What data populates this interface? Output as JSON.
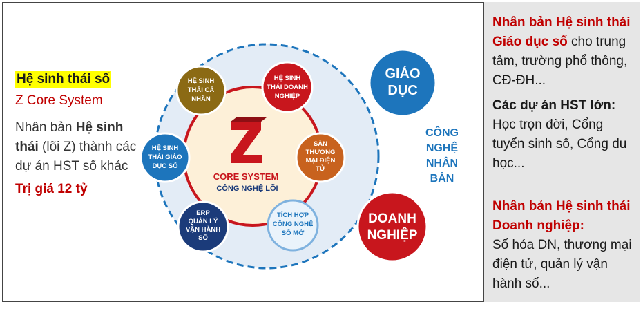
{
  "left": {
    "title": "Hệ sinh thái số",
    "subtitle": "Z Core System",
    "desc_pre": "Nhân bản ",
    "desc_bold": "Hệ sinh thái",
    "desc_post": " (lõi Z) thành các dự án HST số khác",
    "price": "Trị giá 12 tỷ"
  },
  "diagram": {
    "core_logo": "Z",
    "core_title": "CORE SYSTEM",
    "core_subtitle": "CÔNG NGHỆ LÕI",
    "modules": {
      "personal": [
        "HỆ SINH",
        "THÁI CÁ",
        "NHÂN"
      ],
      "business": [
        "HỆ SINH",
        "THÁI DOANH",
        "NGHIỆP"
      ],
      "education": [
        "HỆ SINH",
        "THÁI GIÁO",
        "DỤC SỐ"
      ],
      "ecommerce": [
        "SÀN",
        "THƯƠNG",
        "MẠI ĐIỆN",
        "TỬ"
      ],
      "erp": [
        "ERP",
        "QUẢN LÝ",
        "VẬN HÀNH",
        "SỐ"
      ],
      "open_tech": [
        "TÍCH HỢP",
        "CÔNG NGHỆ",
        "SỐ MỞ"
      ]
    },
    "giao_duc": [
      "GIÁO",
      "DỤC"
    ],
    "doanh_nghiep": [
      "DOANH",
      "NGHIỆP"
    ],
    "cloning_tech": [
      "CÔNG",
      "NGHỆ",
      "NHÂN",
      "BẢN"
    ],
    "colors": {
      "red": "#c8161d",
      "blue": "#1d75bc",
      "navy": "#1b3b7a",
      "brown": "#8b6a14",
      "orange": "#c8621e",
      "pale": "#fdf0d8",
      "halo": "#e3ecf6"
    }
  },
  "right": {
    "sec1_title": "Nhân bản Hệ sinh thái Giáo dục số",
    "sec1_text": " cho trung tâm, trường phổ thông, CĐ-ĐH...",
    "sec1_bold": "Các dự án HST lớn:",
    "sec1_list": "Học trọn đời, Cổng tuyển sinh số, Cổng du học...",
    "sec2_title": "Nhân bản Hệ sinh thái Doanh nghiệp:",
    "sec2_text": "Số hóa DN, thương mại điện tử, quản lý vận hành số..."
  }
}
